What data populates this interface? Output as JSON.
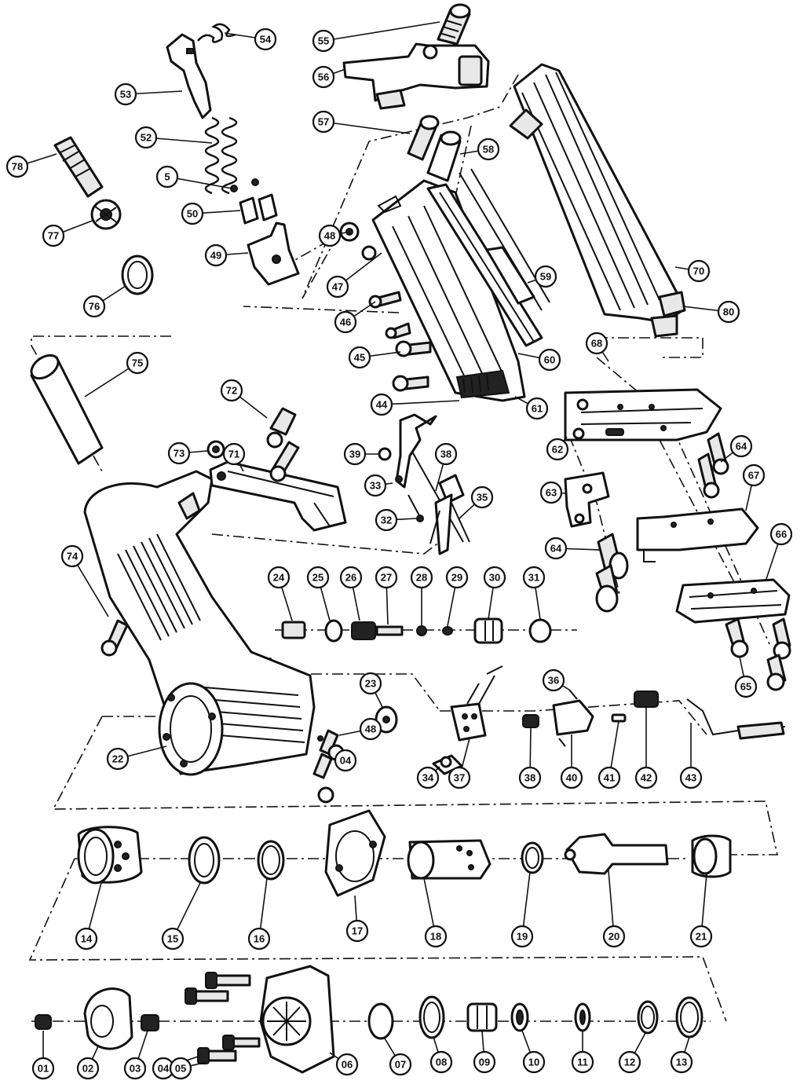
{
  "callouts": [
    {
      "id": "c54",
      "label": "54"
    },
    {
      "id": "c55",
      "label": "55"
    },
    {
      "id": "c56",
      "label": "56"
    },
    {
      "id": "c53",
      "label": "53"
    },
    {
      "id": "c57",
      "label": "57"
    },
    {
      "id": "c52",
      "label": "52"
    },
    {
      "id": "c58",
      "label": "58"
    },
    {
      "id": "c78",
      "label": "78"
    },
    {
      "id": "c5",
      "label": "5"
    },
    {
      "id": "c77",
      "label": "77"
    },
    {
      "id": "c50",
      "label": "50"
    },
    {
      "id": "c48a",
      "label": "48"
    },
    {
      "id": "c49",
      "label": "49"
    },
    {
      "id": "c47",
      "label": "47"
    },
    {
      "id": "c59",
      "label": "59"
    },
    {
      "id": "c76",
      "label": "76"
    },
    {
      "id": "c70",
      "label": "70"
    },
    {
      "id": "c46",
      "label": "46"
    },
    {
      "id": "c80",
      "label": "80"
    },
    {
      "id": "c45",
      "label": "45"
    },
    {
      "id": "c60",
      "label": "60"
    },
    {
      "id": "c75",
      "label": "75"
    },
    {
      "id": "c68",
      "label": "68"
    },
    {
      "id": "c44",
      "label": "44"
    },
    {
      "id": "c61",
      "label": "61"
    },
    {
      "id": "c72",
      "label": "72"
    },
    {
      "id": "c62",
      "label": "62"
    },
    {
      "id": "c73",
      "label": "73"
    },
    {
      "id": "c71",
      "label": "71"
    },
    {
      "id": "c39",
      "label": "39"
    },
    {
      "id": "c38",
      "label": "38"
    },
    {
      "id": "c64a",
      "label": "64"
    },
    {
      "id": "c67",
      "label": "67"
    },
    {
      "id": "c33",
      "label": "33"
    },
    {
      "id": "c35",
      "label": "35"
    },
    {
      "id": "c63",
      "label": "63"
    },
    {
      "id": "c32",
      "label": "32"
    },
    {
      "id": "c64b",
      "label": "64"
    },
    {
      "id": "c74",
      "label": "74"
    },
    {
      "id": "c24",
      "label": "24"
    },
    {
      "id": "c25",
      "label": "25"
    },
    {
      "id": "c26",
      "label": "26"
    },
    {
      "id": "c27",
      "label": "27"
    },
    {
      "id": "c28",
      "label": "28"
    },
    {
      "id": "c29",
      "label": "29"
    },
    {
      "id": "c30",
      "label": "30"
    },
    {
      "id": "c31",
      "label": "31"
    },
    {
      "id": "c66",
      "label": "66"
    },
    {
      "id": "c65",
      "label": "65"
    },
    {
      "id": "c23",
      "label": "23"
    },
    {
      "id": "c36",
      "label": "36"
    },
    {
      "id": "c37",
      "label": "37"
    },
    {
      "id": "c48b",
      "label": "48"
    },
    {
      "id": "c22",
      "label": "22"
    },
    {
      "id": "c04",
      "label": "04"
    },
    {
      "id": "c34",
      "label": "34"
    },
    {
      "id": "c38b",
      "label": "38"
    },
    {
      "id": "c40",
      "label": "40"
    },
    {
      "id": "c41",
      "label": "41"
    },
    {
      "id": "c42",
      "label": "42"
    },
    {
      "id": "c43",
      "label": "43"
    },
    {
      "id": "c14",
      "label": "14"
    },
    {
      "id": "c15",
      "label": "15"
    },
    {
      "id": "c16",
      "label": "16"
    },
    {
      "id": "c17",
      "label": "17"
    },
    {
      "id": "c18",
      "label": "18"
    },
    {
      "id": "c19",
      "label": "19"
    },
    {
      "id": "c20",
      "label": "20"
    },
    {
      "id": "c21",
      "label": "21"
    },
    {
      "id": "c01",
      "label": "01"
    },
    {
      "id": "c02",
      "label": "02"
    },
    {
      "id": "c03",
      "label": "03"
    },
    {
      "id": "c04b",
      "label": "04"
    },
    {
      "id": "c05",
      "label": "05"
    },
    {
      "id": "c06",
      "label": "06"
    },
    {
      "id": "c07",
      "label": "07"
    },
    {
      "id": "c08",
      "label": "08"
    },
    {
      "id": "c09",
      "label": "09"
    },
    {
      "id": "c10",
      "label": "10"
    },
    {
      "id": "c11",
      "label": "11"
    },
    {
      "id": "c12",
      "label": "12"
    },
    {
      "id": "c13",
      "label": "13"
    }
  ]
}
